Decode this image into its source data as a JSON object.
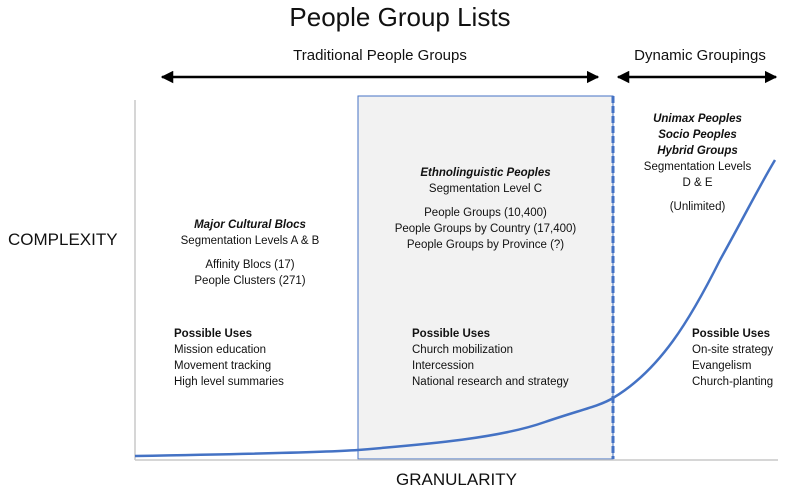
{
  "title": "People Group Lists",
  "header": {
    "traditional": "Traditional People Groups",
    "dynamic": "Dynamic Groupings"
  },
  "axes": {
    "y_label": "COMPLEXITY",
    "x_label": "GRANULARITY"
  },
  "colors": {
    "accent": "#4472c4",
    "box_fill": "#f2f2f2",
    "axis": "#c8c8c8"
  },
  "columns": [
    {
      "titles": [
        "Major Cultural Blocs"
      ],
      "levels": [
        "Segmentation Levels A & B"
      ],
      "items": [
        "Affinity Blocs (17)",
        "People Clusters (271)"
      ],
      "uses_title": "Possible Uses",
      "uses": [
        "Mission education",
        "Movement tracking",
        "High level summaries"
      ]
    },
    {
      "titles": [
        "Ethnolinguistic Peoples"
      ],
      "levels": [
        "Segmentation Level C"
      ],
      "items": [
        "People Groups (10,400)",
        "People Groups by Country (17,400)",
        "People Groups by Province (?)"
      ],
      "uses_title": "Possible Uses",
      "uses": [
        "Church mobilization",
        "Intercession",
        "National research and strategy"
      ]
    },
    {
      "titles": [
        "Unimax Peoples",
        "Socio Peoples",
        "Hybrid Groups"
      ],
      "levels": [
        "Segmentation Levels",
        "D & E"
      ],
      "items": [
        "(Unlimited)"
      ],
      "uses_title": "Possible Uses",
      "uses": [
        "On-site strategy",
        "Evangelism",
        "Church-planting"
      ]
    }
  ]
}
